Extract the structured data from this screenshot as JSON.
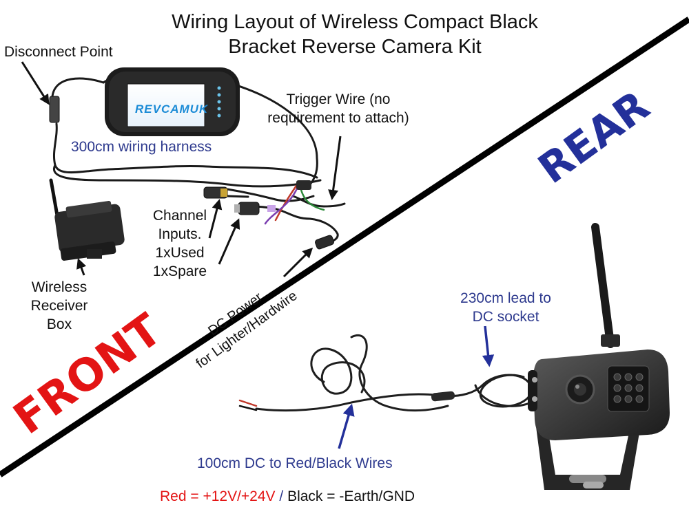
{
  "title": {
    "line1": "Wiring Layout of Wireless Compact Black",
    "line2": "Bracket Reverse Camera Kit"
  },
  "zones": {
    "front": "FRONT",
    "rear": "REAR"
  },
  "labels": {
    "disconnect_point": "Disconnect Point",
    "trigger_wire_line1": "Trigger Wire (no",
    "trigger_wire_line2": "requirement to attach)",
    "wiring_harness": "300cm wiring harness",
    "channel_line1": "Channel",
    "channel_line2": "Inputs.",
    "channel_line3": "1xUsed",
    "channel_line4": "1xSpare",
    "receiver_line1": "Wireless",
    "receiver_line2": "Receiver",
    "receiver_line3": "Box",
    "dc_power_line1": "DC Power",
    "dc_power_line2": "for Lighter/Hardwire",
    "lead_line1": "230cm lead to",
    "lead_line2": "DC socket",
    "dc_wires": "100cm DC to Red/Black Wires"
  },
  "screen_logo": "REVCAMUK",
  "wire_legend": {
    "red": "Red = +12V/+24V",
    "separator": " / ",
    "black": "Black = -Earth/GND"
  },
  "colors": {
    "front_red": "#e31414",
    "rear_blue": "#23309a",
    "label_blue": "#2e3a8e",
    "logo_blue": "#1b8bd6"
  }
}
